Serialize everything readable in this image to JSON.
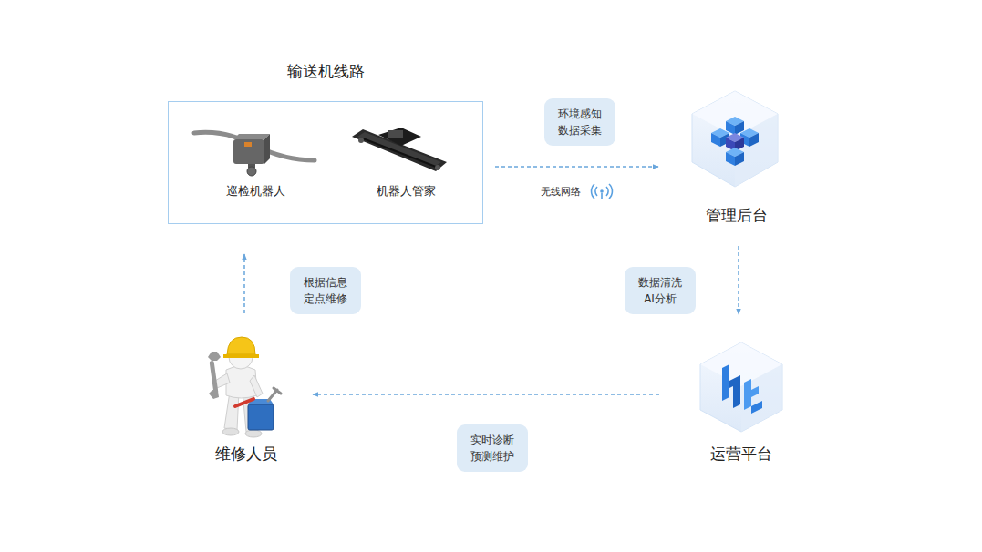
{
  "diagram": {
    "nodes": [
      {
        "text": [
          "输送机线路"
        ]
      },
      {
        "text": [
          "巡检机器人"
        ],
        "in": 0
      },
      {
        "text": [
          "机器人管家"
        ],
        "in": 0
      },
      {
        "text": [
          "管理后台"
        ]
      },
      {
        "text": [
          "运营平台"
        ]
      },
      {
        "text": [
          "维修人员"
        ]
      }
    ],
    "edges": [
      {
        "from": 0,
        "to": 3,
        "arrow": "to",
        "label": "环境感知 数据采集"
      },
      {
        "from": 3,
        "to": 4,
        "arrow": "to",
        "label": "数据清洗 AI分析"
      },
      {
        "from": 4,
        "to": 5,
        "arrow": "to",
        "label": "实时诊断 预测维护"
      },
      {
        "from": 5,
        "to": 0,
        "arrow": "to",
        "label": "根据信息 定点维修"
      }
    ],
    "labels": [
      "无线网络"
    ]
  }
}
